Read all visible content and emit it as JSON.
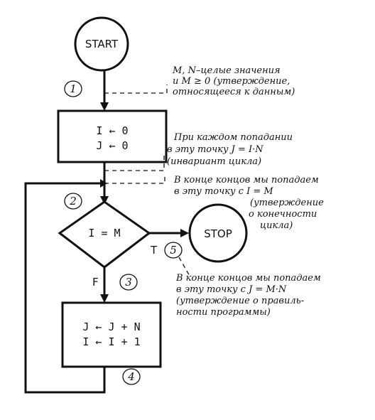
{
  "nodes": {
    "start": "START",
    "stop": "STOP",
    "init": [
      "I ← 0",
      "J ← 0"
    ],
    "decision": "I = M",
    "body": [
      "J ← J + N",
      "I ← I + 1"
    ]
  },
  "branch_labels": {
    "true": "T",
    "false": "F"
  },
  "points": [
    "1",
    "2",
    "3",
    "4",
    "5"
  ],
  "notes": {
    "input": [
      "M, N–целые значения",
      "и M ≥ 0 (утверждение,",
      "относящееся к данным)"
    ],
    "invariant": [
      "При каждом попадании",
      "в эту точку J = I·N",
      "(инвариант цикла)"
    ],
    "termination": [
      "В конце концов мы попадаем",
      "в эту точку с I = M",
      "(утверждение",
      "о конечности",
      "цикла)"
    ],
    "correctness": [
      "В конце концов мы попадаем",
      "в эту точку с J = M·N",
      "(утверждение о правиль-",
      "ности программы)"
    ]
  }
}
